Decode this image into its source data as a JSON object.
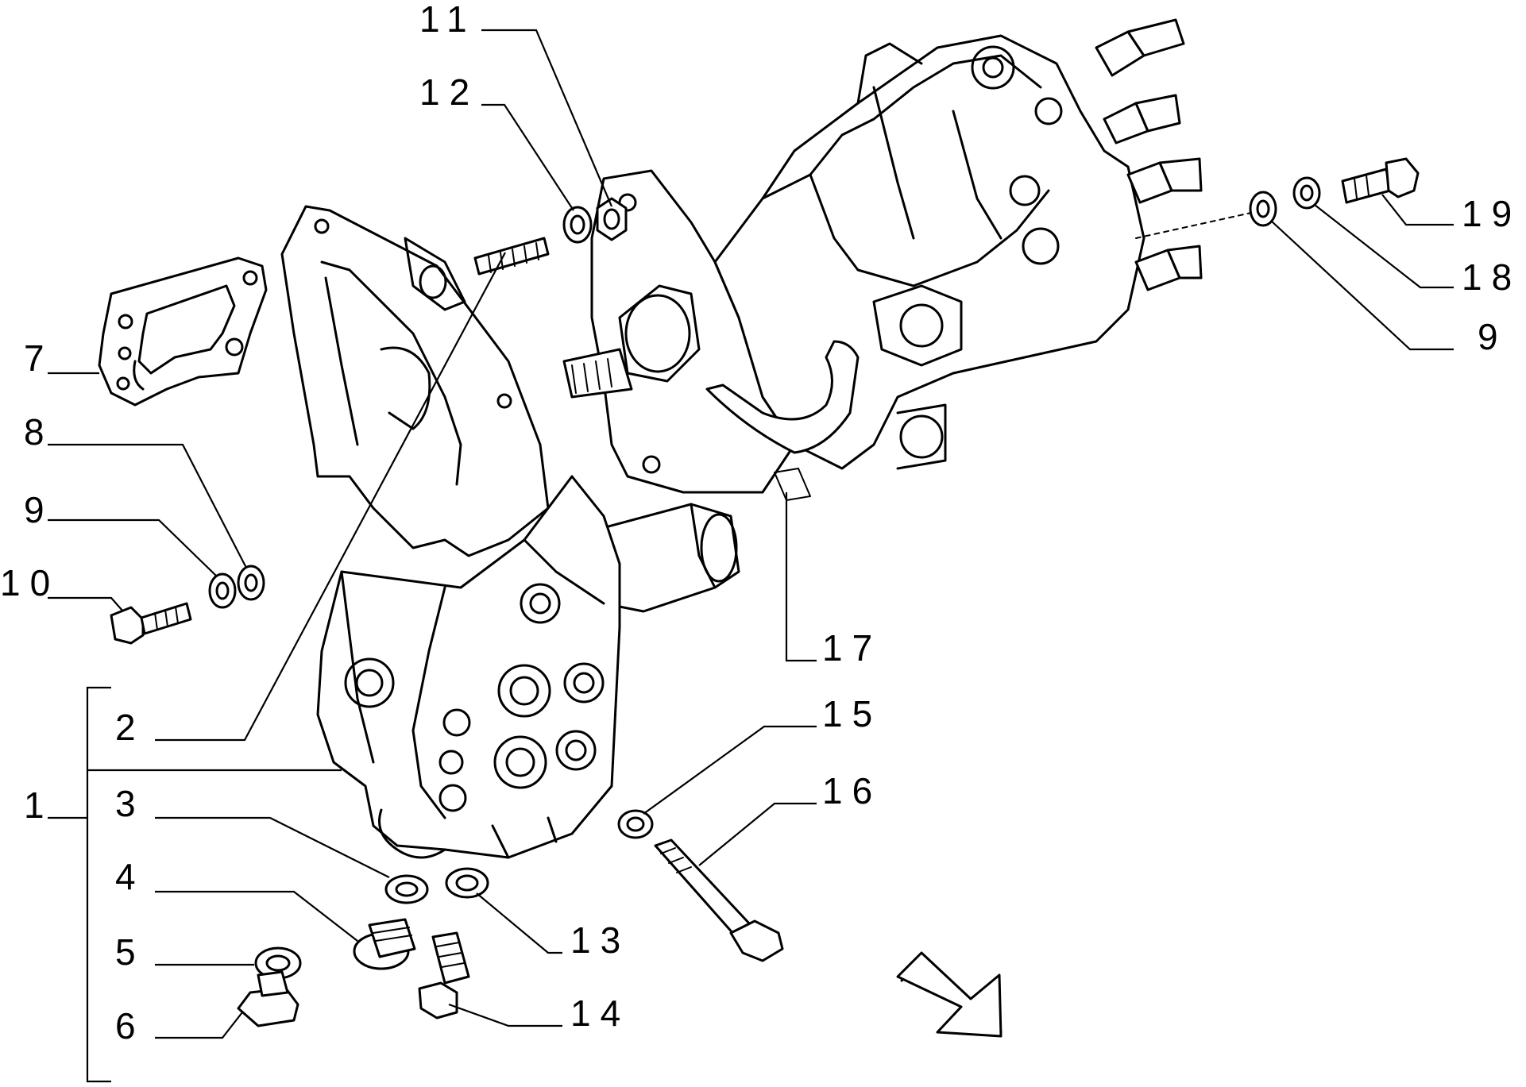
{
  "callouts": {
    "c1": "1",
    "c2": "2",
    "c3": "3",
    "c4": "4",
    "c5": "5",
    "c6": "6",
    "c7": "7",
    "c8": "8",
    "c9a": "9",
    "c10": "10",
    "c11": "11",
    "c12": "12",
    "c13": "13",
    "c14": "14",
    "c15": "15",
    "c16": "16",
    "c17": "17",
    "c18": "18",
    "c19": "19",
    "c9b": "9"
  },
  "colors": {
    "line": "#000000",
    "background": "#ffffff"
  },
  "icons": {
    "direction": "arrow-down-right-icon"
  }
}
